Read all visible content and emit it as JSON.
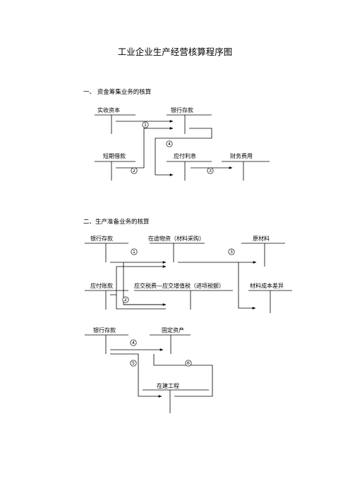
{
  "title": "工业企业生产经营核算程序图",
  "section1": {
    "heading": "一、    资金筹集业务的核算",
    "accounts": {
      "paid_in_capital": "实收资本",
      "bank_deposit": "银行存款",
      "short_term_loan": "短期借款",
      "interest_payable": "应付利息",
      "financial_expense": "财务费用"
    },
    "step_numbers": [
      "1",
      "2",
      "3",
      "4"
    ]
  },
  "section2": {
    "heading": "二、生产准备业务的核算",
    "accounts": {
      "bank_deposit": "银行存款",
      "materials_in_transit": "在途物资（材料采购）",
      "raw_materials": "原材料",
      "accounts_payable": "应付账款",
      "vat_input": "应交税费—应交增值税（进项税额）",
      "material_cost_variance": "材料成本差异",
      "bank_deposit_2": "银行存款",
      "fixed_assets": "固定资产",
      "construction_in_progress": "在建工程"
    },
    "step_numbers": [
      "1",
      "2",
      "3",
      "4",
      "5",
      "6"
    ]
  }
}
